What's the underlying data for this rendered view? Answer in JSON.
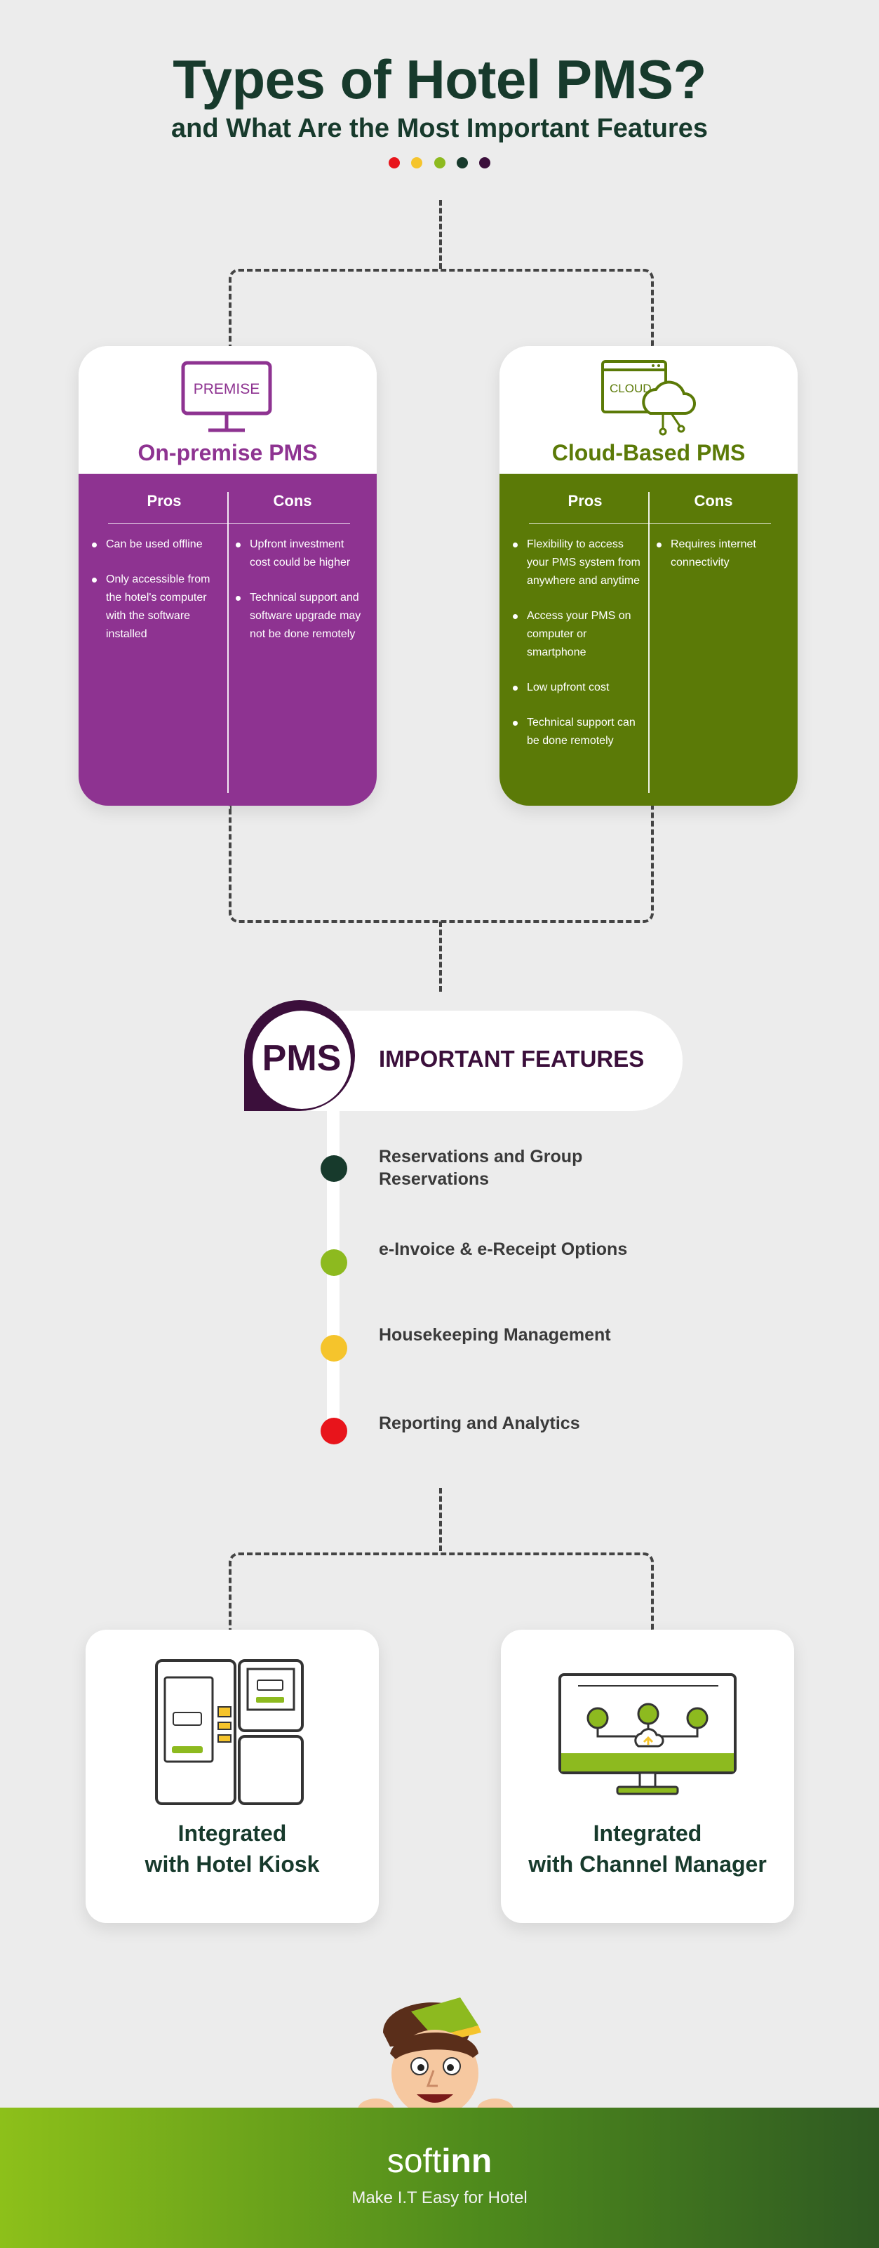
{
  "header": {
    "title": "Types of Hotel PMS?",
    "subtitle": "and What Are the Most Important Features",
    "dot_colors": [
      "#e8141b",
      "#f5c42c",
      "#8dba1f",
      "#173a2c",
      "#3b0f3b"
    ]
  },
  "premise_card": {
    "icon_label": "PREMISE",
    "title": "On-premise PMS",
    "color": "#8e3391",
    "pros_label": "Pros",
    "cons_label": "Cons",
    "pros": [
      "Can be used offline",
      "Only accessible from the hotel's computer with the software installed"
    ],
    "cons": [
      "Upfront investment cost could be higher",
      "Technical support and software upgrade may not be done remotely"
    ]
  },
  "cloud_card": {
    "icon_label": "CLOUD",
    "title": "Cloud-Based PMS",
    "color": "#5b7a07",
    "pros_label": "Pros",
    "cons_label": "Cons",
    "pros": [
      "Flexibility to access your PMS system from anywhere and anytime",
      "Access your PMS on computer or smartphone",
      "Low upfront cost",
      "Technical support can be done remotely"
    ],
    "cons": [
      "Requires internet connectivity"
    ]
  },
  "features": {
    "badge": "PMS",
    "title": "IMPORTANT FEATURES",
    "items": [
      {
        "label": "Reservations and Group Reservations",
        "color": "#173a2c"
      },
      {
        "label": "e-Invoice & e-Receipt Options",
        "color": "#8dba1f"
      },
      {
        "label": "Housekeeping Management",
        "color": "#f5c42c"
      },
      {
        "label": "Reporting and Analytics",
        "color": "#e8141b"
      }
    ]
  },
  "integrations": {
    "kiosk_line1": "Integrated",
    "kiosk_line2": "with Hotel Kiosk",
    "channel_line1": "Integrated",
    "channel_line2": "with Channel Manager"
  },
  "footer": {
    "brand_soft": "soft",
    "brand_inn": "inn",
    "tagline": "Make I.T Easy for Hotel"
  }
}
